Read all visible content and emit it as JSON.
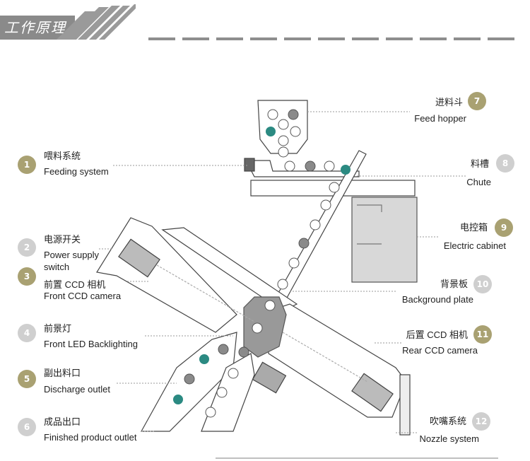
{
  "header": {
    "title": "工作原理"
  },
  "labels": [
    {
      "num": "1",
      "cn": "喂料系统",
      "en": "Feeding system"
    },
    {
      "num": "2",
      "cn": "电源开关",
      "en": "Power supply",
      "en2": "switch"
    },
    {
      "num": "3",
      "cn": "前置 CCD 相机",
      "en": "Front CCD camera"
    },
    {
      "num": "4",
      "cn": "前景灯",
      "en": "Front LED Backlighting"
    },
    {
      "num": "5",
      "cn": "副出料口",
      "en": "Discharge outlet"
    },
    {
      "num": "6",
      "cn": "成品出口",
      "en": "Finished product outlet"
    },
    {
      "num": "7",
      "cn": "进料斗",
      "en": "Feed hopper"
    },
    {
      "num": "8",
      "cn": "料槽",
      "en": "Chute"
    },
    {
      "num": "9",
      "cn": "电控箱",
      "en": "Electric cabinet"
    },
    {
      "num": "10",
      "cn": "背景板",
      "en": "Background plate"
    },
    {
      "num": "11",
      "cn": "后置 CCD 相机",
      "en": "Rear CCD camera"
    },
    {
      "num": "12",
      "cn": "吹嘴系统",
      "en": "Nozzle system"
    }
  ],
  "colors": {
    "olive": "#a9a172",
    "grey_badge": "#cfcfcf",
    "teal": "#2b8a82",
    "dark_ball": "#8a8a8a"
  }
}
